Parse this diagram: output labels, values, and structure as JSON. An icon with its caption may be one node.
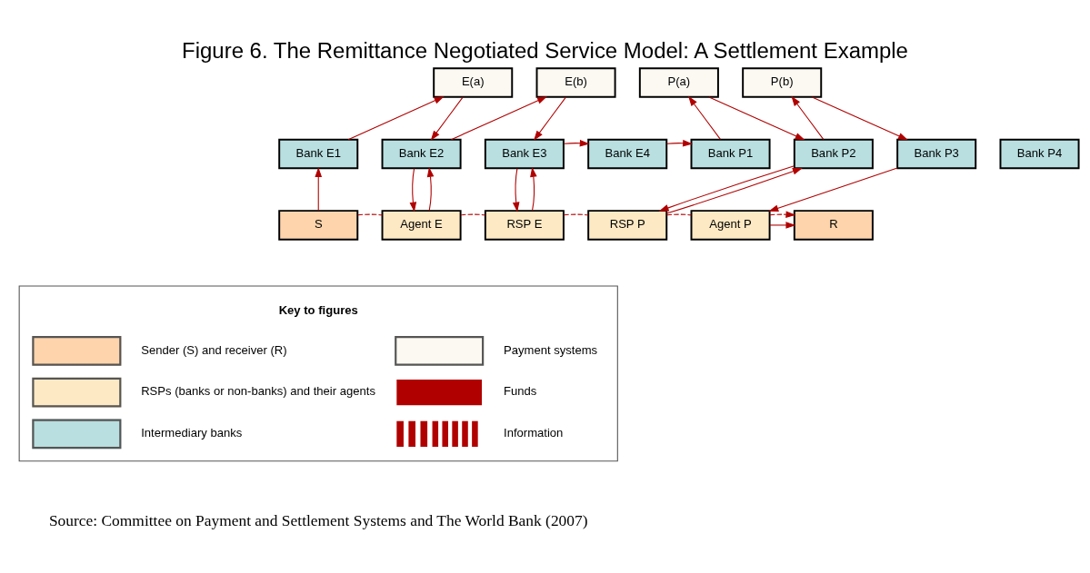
{
  "diagram": {
    "title": "Figure 6. The Remittance Negotiated Service Model: A Settlement Example",
    "caption": "Source: Committee on Payment and Settlement Systems and The World Bank (2007)",
    "nodes": [
      {
        "text": [
          "E(a)"
        ]
      },
      {
        "text": [
          "E(b)"
        ]
      },
      {
        "text": [
          "P(a)"
        ]
      },
      {
        "text": [
          "P(b)"
        ]
      },
      {
        "text": [
          "Bank E1"
        ]
      },
      {
        "text": [
          "Bank E2"
        ]
      },
      {
        "text": [
          "Bank E3"
        ]
      },
      {
        "text": [
          "Bank E4"
        ]
      },
      {
        "text": [
          "Bank P1"
        ]
      },
      {
        "text": [
          "Bank P2"
        ]
      },
      {
        "text": [
          "Bank P3"
        ]
      },
      {
        "text": [
          "Bank P4"
        ]
      },
      {
        "text": [
          "S"
        ]
      },
      {
        "text": [
          "Agent E"
        ]
      },
      {
        "text": [
          "RSP E"
        ]
      },
      {
        "text": [
          "RSP P"
        ]
      },
      {
        "text": [
          "Agent P"
        ]
      },
      {
        "text": [
          "R"
        ]
      }
    ],
    "edges": [
      {
        "from": 4,
        "to": 0,
        "arrow": "to"
      },
      {
        "from": 0,
        "to": 5,
        "arrow": "to"
      },
      {
        "from": 5,
        "to": 1,
        "arrow": "to"
      },
      {
        "from": 1,
        "to": 6,
        "arrow": "to"
      },
      {
        "from": 6,
        "to": 7,
        "arrow": "to"
      },
      {
        "from": 7,
        "to": 8,
        "arrow": "to"
      },
      {
        "from": 8,
        "to": 2,
        "arrow": "to"
      },
      {
        "from": 2,
        "to": 9,
        "arrow": "to"
      },
      {
        "from": 9,
        "to": 3,
        "arrow": "to"
      },
      {
        "from": 3,
        "to": 10,
        "arrow": "to"
      },
      {
        "from": 12,
        "to": 4,
        "arrow": "to"
      },
      {
        "from": 5,
        "to": 13,
        "arrow": "to"
      },
      {
        "from": 13,
        "to": 5,
        "arrow": "to"
      },
      {
        "from": 6,
        "to": 14,
        "arrow": "to"
      },
      {
        "from": 14,
        "to": 6,
        "arrow": "to"
      },
      {
        "from": 9,
        "to": 15,
        "arrow": "to"
      },
      {
        "from": 15,
        "to": 9,
        "arrow": "to"
      },
      {
        "from": 10,
        "to": 16,
        "arrow": "to"
      },
      {
        "from": 16,
        "to": 17,
        "arrow": "to"
      },
      {
        "from": 12,
        "to": 13,
        "arrow": "none",
        "style": "dashed"
      },
      {
        "from": 13,
        "to": 14,
        "arrow": "none",
        "style": "dashed"
      },
      {
        "from": 14,
        "to": 15,
        "arrow": "none",
        "style": "dashed"
      },
      {
        "from": 15,
        "to": 16,
        "arrow": "none",
        "style": "dashed"
      },
      {
        "from": 16,
        "to": 17,
        "arrow": "to",
        "style": "dashed"
      }
    ],
    "labels": [
      "Key to figures"
    ],
    "legend": [
      {
        "text": "Sender (S) and receiver (R)"
      },
      {
        "text": "Payment systems",
        "color": "#fcf9f2"
      },
      {
        "text": "RSPs (banks or non-banks) and their agents"
      },
      {
        "text": "Funds"
      },
      {
        "text": "Intermediary banks",
        "color": "#b9dfe0"
      },
      {
        "text": "Information"
      }
    ]
  }
}
